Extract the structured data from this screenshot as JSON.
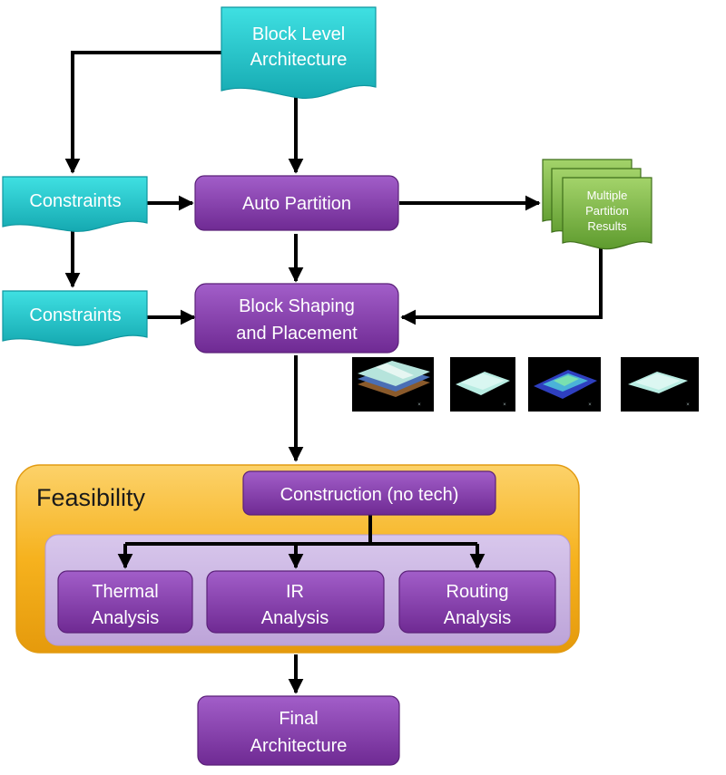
{
  "nodes": {
    "block_level_architecture": [
      "Block Level",
      "Architecture"
    ],
    "constraints_1": "Constraints",
    "constraints_2": "Constraints",
    "auto_partition": "Auto Partition",
    "multiple_partition_results": [
      "Multiple",
      "Partition",
      "Results"
    ],
    "block_shaping": [
      "Block Shaping",
      "and Placement"
    ],
    "feasibility": "Feasibility",
    "construction": "Construction (no tech)",
    "thermal_analysis": [
      "Thermal",
      "Analysis"
    ],
    "ir_analysis": [
      "IR",
      "Analysis"
    ],
    "routing_analysis": [
      "Routing",
      "Analysis"
    ],
    "final_architecture": [
      "Final",
      "Architecture"
    ]
  },
  "colors": {
    "teal": "#1fc3c8",
    "purple": "#8a3fb0",
    "green": "#7ab648",
    "orange": "#f6b21e",
    "lavender": "#c9b6e0",
    "arrow": "#000000"
  }
}
